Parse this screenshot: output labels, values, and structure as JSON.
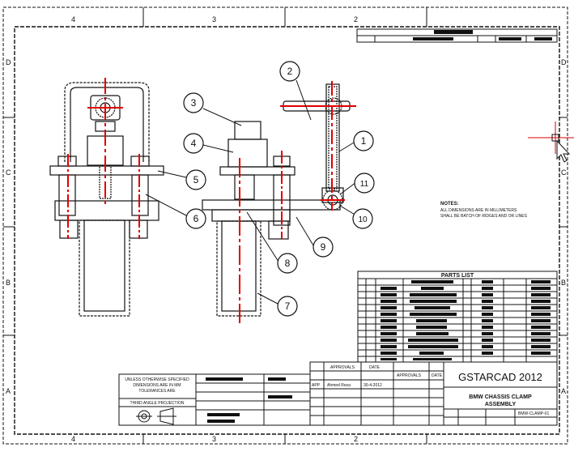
{
  "app": {
    "cursor_icon": "crosshair-cursor-icon"
  },
  "colors": {
    "background": "#ffffff",
    "lines": "#111111",
    "centerline": "#e00000"
  },
  "zones": {
    "top": [
      "4",
      "3",
      "2"
    ],
    "bottom": [
      "4",
      "3",
      "2"
    ],
    "left": [
      "D",
      "C",
      "B",
      "A"
    ],
    "right": [
      "D",
      "C",
      "B",
      "A"
    ]
  },
  "balloons": [
    "1",
    "2",
    "3",
    "4",
    "5",
    "6",
    "7",
    "8",
    "9",
    "10",
    "11"
  ],
  "balloon_extra": "8",
  "notes": {
    "title": "NOTES:",
    "lines": [
      "ALL DIMENSIONS ARE IN MILLIMETERS",
      "SHALL BE BATCH OF RIDGES AND OR LINES"
    ]
  },
  "parts_list": {
    "title": "PARTS LIST"
  },
  "title_block": {
    "logo_text": "GSTARCAD 2012",
    "drawing_title_line1": "BMW CHASSIS CLAMP",
    "drawing_title_line2": "ASSEMBLY",
    "header_approvals": "APPROVALS",
    "header_date": "DATE",
    "header_approvals2": "APPROVALS",
    "header_date2": "DATE",
    "row_label": "APP",
    "drawn_by": "Ahmed Reza",
    "drawn_date": "30-4-2012",
    "sheet_ref": "BMW-CLAMP-01"
  },
  "unit_block": {
    "line1": "UNLESS OTHERWISE SPECIFIED",
    "line2": "DIMENSIONS ARE IN MM",
    "line3": "TOLERANCES ARE",
    "line4": "THIRD ANGLE PROJECTION"
  }
}
